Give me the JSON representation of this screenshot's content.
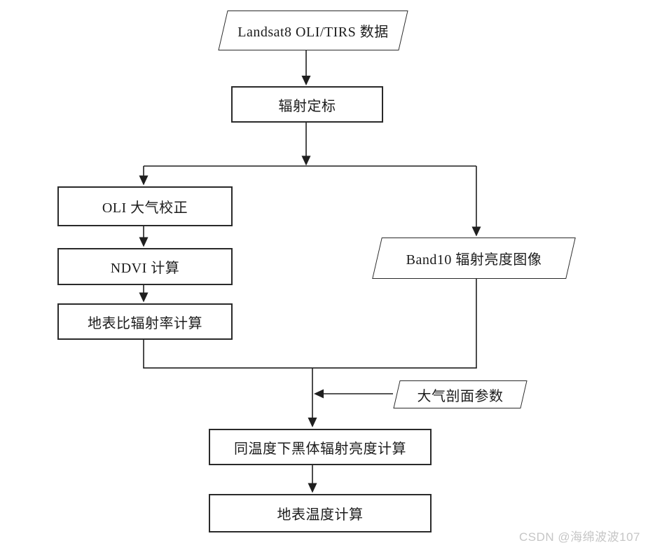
{
  "diagram": {
    "type": "flowchart",
    "line_color": "#1f1f1f",
    "box_fill": "#ffffff",
    "nodes": {
      "input_data": {
        "label": "Landsat8 OLI/TIRS 数据",
        "shape": "parallelogram"
      },
      "radiometric_calibration": {
        "label": "辐射定标",
        "shape": "rect"
      },
      "oli_atmospheric_correction": {
        "label": "OLI 大气校正",
        "shape": "rect"
      },
      "ndvi_calculation": {
        "label": "NDVI 计算",
        "shape": "rect"
      },
      "surface_emissivity_calculation": {
        "label": "地表比辐射率计算",
        "shape": "rect"
      },
      "band10_radiance_image": {
        "label": "Band10 辐射亮度图像",
        "shape": "parallelogram"
      },
      "atmospheric_profile_parameters": {
        "label": "大气剖面参数",
        "shape": "parallelogram"
      },
      "blackbody_radiance_calculation": {
        "label": "同温度下黑体辐射亮度计算",
        "shape": "rect"
      },
      "surface_temperature_calculation": {
        "label": "地表温度计算",
        "shape": "rect"
      }
    },
    "edges": [
      "input_data -> radiometric_calibration",
      "radiometric_calibration -> oli_atmospheric_correction",
      "radiometric_calibration -> band10_radiance_image",
      "oli_atmospheric_correction -> ndvi_calculation",
      "ndvi_calculation -> surface_emissivity_calculation",
      "surface_emissivity_calculation -> blackbody_radiance_calculation",
      "band10_radiance_image -> blackbody_radiance_calculation",
      "atmospheric_profile_parameters -> blackbody_radiance_calculation",
      "blackbody_radiance_calculation -> surface_temperature_calculation"
    ]
  },
  "watermark": {
    "text": "CSDN @海绵波波107",
    "color": "#c6c6c6"
  }
}
